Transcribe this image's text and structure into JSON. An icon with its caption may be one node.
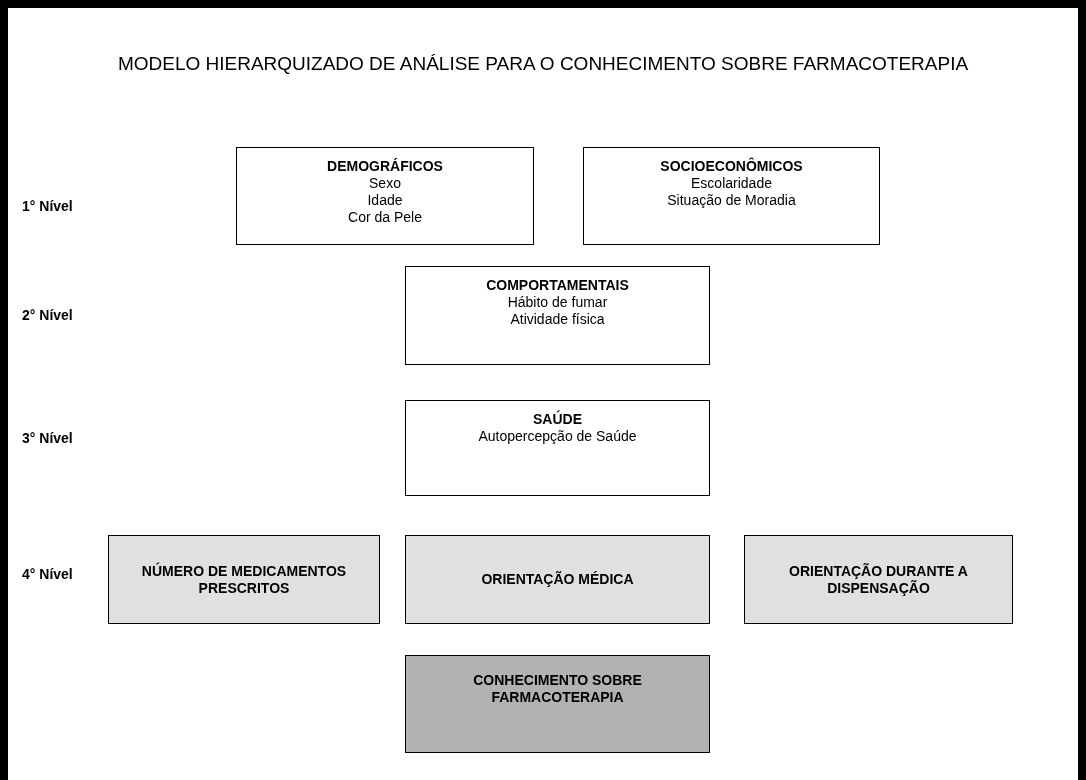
{
  "diagram": {
    "title": "MODELO HIERARQUIZADO DE ANÁLISE PARA O CONHECIMENTO SOBRE FARMACOTERAPIA",
    "nodes": [
      {
        "text": [
          "DEMOGRÁFICOS",
          "Sexo",
          "Idade",
          "Cor da Pele"
        ]
      },
      {
        "text": [
          "SOCIOECONÔMICOS",
          "Escolaridade",
          "Situação de Moradia"
        ]
      },
      {
        "text": [
          "COMPORTAMENTAIS",
          "Hábito de fumar",
          "Atividade física"
        ]
      },
      {
        "text": [
          "SAÚDE",
          "Autopercepção de Saúde"
        ]
      },
      {
        "text": [
          "NÚMERO DE MEDICAMENTOS PRESCRITOS"
        ]
      },
      {
        "text": [
          "ORIENTAÇÃO MÉDICA"
        ]
      },
      {
        "text": [
          "ORIENTAÇÃO DURANTE A DISPENSAÇÃO"
        ]
      },
      {
        "text": [
          "CONHECIMENTO SOBRE FARMACOTERAPIA"
        ]
      }
    ],
    "edges": [],
    "labels": [
      "1° Nível",
      "2° Nível",
      "3° Nível",
      "4° Nível"
    ]
  }
}
